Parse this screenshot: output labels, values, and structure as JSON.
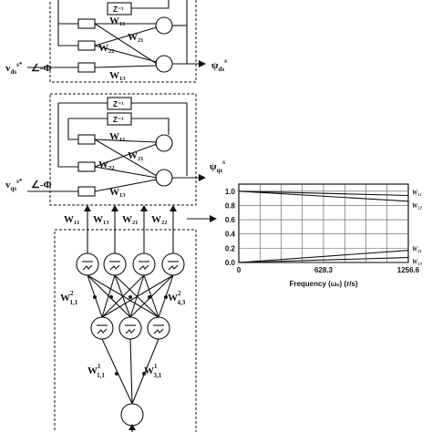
{
  "top_block": {
    "delay_labels": [
      "Z⁻¹"
    ],
    "weights": [
      "W₁₁",
      "W₂₁",
      "W₂₂",
      "W₁₃"
    ],
    "input_label": "v",
    "input_sub": "ds",
    "input_sup": "s*",
    "angle": "∠-Φ",
    "output_label": "ψ",
    "output_sub": "ds",
    "output_sup": "s"
  },
  "mid_block": {
    "delay_labels": [
      "Z⁻¹",
      "Z⁻¹"
    ],
    "weights": [
      "W₁₁",
      "W₂₁",
      "W₂₂",
      "W₁₃"
    ],
    "input_label": "v",
    "input_sub": "qs",
    "input_sup": "s*",
    "angle": "∠-Φ",
    "output_label": "ψ",
    "output_sub": "qs",
    "output_sup": "s"
  },
  "weight_outputs": [
    "W₁₁",
    "W₁₃",
    "W₂₁",
    "W₂₂"
  ],
  "hidden_weights": {
    "left": "W",
    "left_sup": "2",
    "left_sub": "1,1",
    "right": "W",
    "right_sup": "2",
    "right_sub": "4,3",
    "low_left": "W",
    "low_left_sup": "1",
    "low_left_sub": "1,1",
    "low_right": "W",
    "low_right_sup": "1",
    "low_right_sub": "3,1"
  },
  "chart_data": {
    "type": "line",
    "x": [
      0,
      1256.6
    ],
    "xticks": [
      "0",
      "628.3",
      "1256.6"
    ],
    "yticks": [
      "1.0",
      "0.8",
      "0.6",
      "0.4",
      "0.2",
      "0.0"
    ],
    "xlim": [
      0,
      1256.6
    ],
    "ylim": [
      0,
      1.1
    ],
    "xlabel": "Frequency (ωₑ) (r/s)",
    "grid": true,
    "series": [
      {
        "name": "W₁₁",
        "values": [
          1.0,
          0.94
        ]
      },
      {
        "name": "W₂₂",
        "values": [
          1.0,
          0.86
        ]
      },
      {
        "name": "W₂₁",
        "values": [
          0.0,
          0.17
        ]
      },
      {
        "name": "W₁₃",
        "values": [
          0.0,
          0.07
        ]
      }
    ]
  }
}
